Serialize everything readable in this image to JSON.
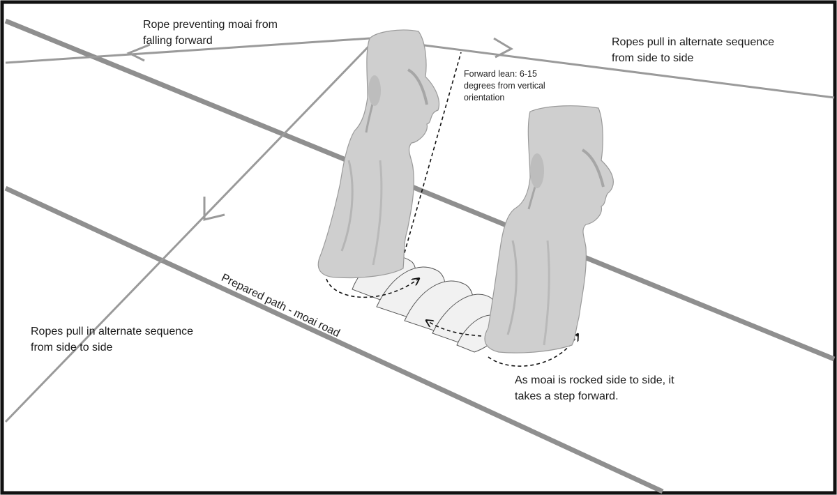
{
  "labels": {
    "rope_forward": [
      "Rope preventing moai from",
      "falling forward"
    ],
    "ropes_right": [
      "Ropes pull in alternate sequence",
      "from side to side"
    ],
    "ropes_left": [
      "Ropes pull in alternate sequence",
      "from side to side"
    ],
    "forward_lean": [
      "Forward lean: 6-15",
      "degrees from vertical",
      "orientation"
    ],
    "path": "Prepared path - moai road",
    "rocking": [
      "As moai is rocked side to side, it",
      "takes a step forward."
    ]
  },
  "colors": {
    "road": "#8f8f8f",
    "rope": "#9a9a9a",
    "statue_fill": "#cfcfcf",
    "statue_shade": "#a9a9a9",
    "frame": "#111111"
  }
}
